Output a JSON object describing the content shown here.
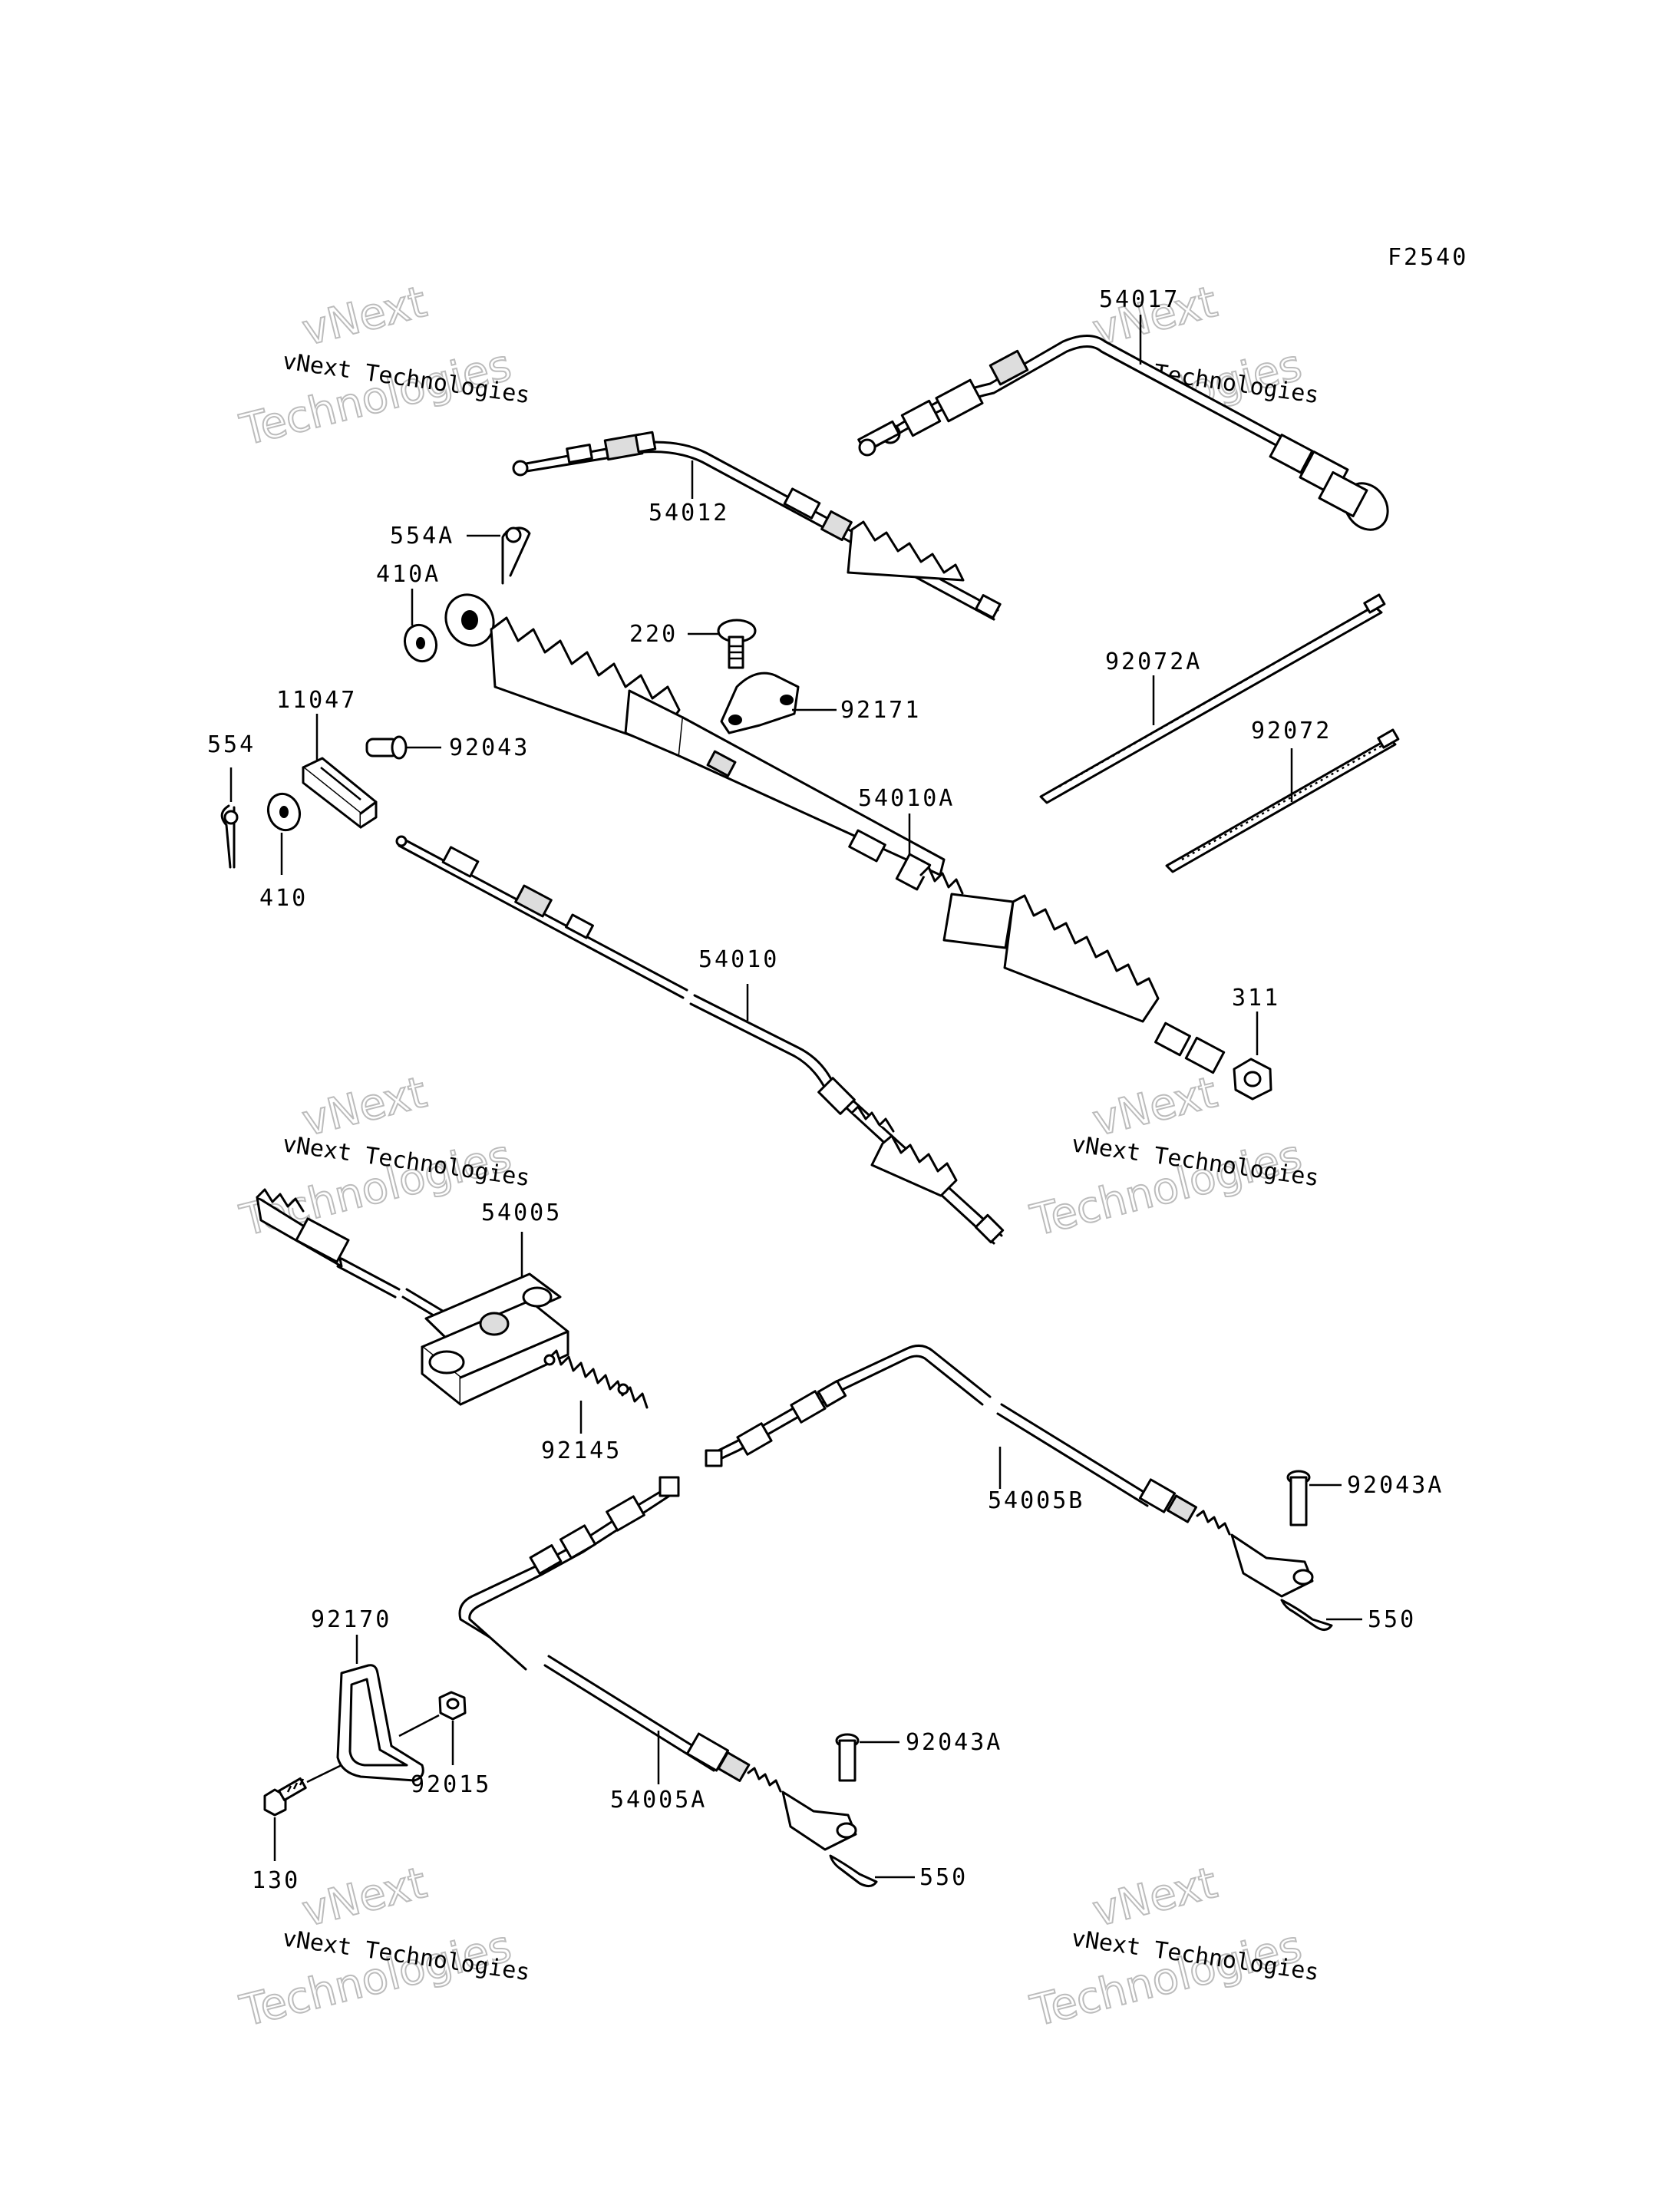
{
  "figure_code": "F2540",
  "watermark": {
    "line1": "vNext Technologies",
    "line2": "vNext",
    "line3": "Technologies"
  },
  "labels": {
    "p54017": "54017",
    "p54012": "54012",
    "p554A": "554A",
    "p410A": "410A",
    "p220": "220",
    "p92171": "92171",
    "p92072A": "92072A",
    "p11047": "11047",
    "p554": "554",
    "p92043": "92043",
    "p92072": "92072",
    "p54010A": "54010A",
    "p410": "410",
    "p54010": "54010",
    "p311": "311",
    "p54005": "54005",
    "p92145": "92145",
    "p92043A_top": "92043A",
    "p54005B": "54005B",
    "p550_top": "550",
    "p92170": "92170",
    "p92015": "92015",
    "p92043A_bottom": "92043A",
    "p54005A": "54005A",
    "p550_bottom": "550",
    "p130": "130"
  }
}
